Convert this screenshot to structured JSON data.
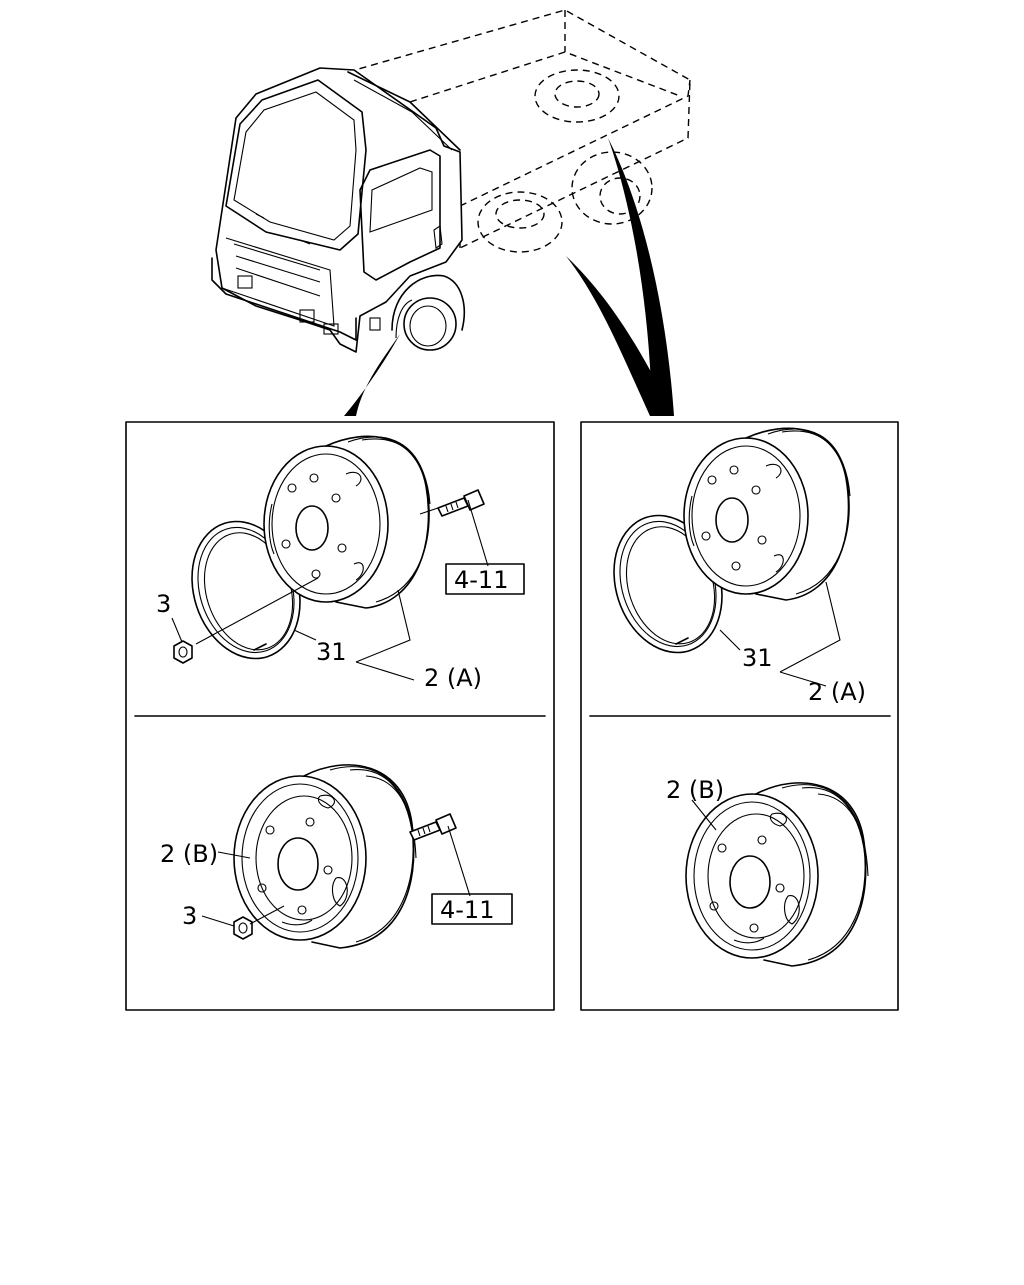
{
  "callouts": {
    "front_top_nut": "3",
    "front_top_ring": "31",
    "front_top_wheel": "2 (A)",
    "front_top_ref": "4-11",
    "front_bottom_wheel": "2 (B)",
    "front_bottom_nut": "3",
    "front_bottom_ref": "4-11",
    "rear_top_ring": "31",
    "rear_top_wheel": "2 (A)",
    "rear_bottom_wheel": "2 (B)"
  },
  "colors": {
    "line": "#000000",
    "background": "#ffffff"
  }
}
